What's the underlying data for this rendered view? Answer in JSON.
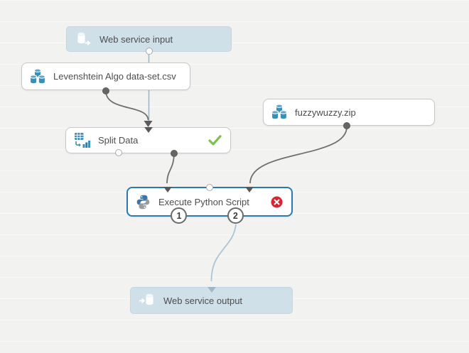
{
  "app": "Azure ML Studio experiment canvas",
  "modules": {
    "web_service_input": {
      "label": "Web service input",
      "icon": "cylinder-arrow-out-icon"
    },
    "dataset_csv": {
      "label": "Levenshtein Algo data-set.csv",
      "icon": "dataset-icon"
    },
    "split_data": {
      "label": "Split Data",
      "icon": "split-data-icon",
      "status": "success"
    },
    "fuzzywuzzy_zip": {
      "label": "fuzzywuzzy.zip",
      "icon": "dataset-icon"
    },
    "execute_python": {
      "label": "Execute Python Script",
      "icon": "python-icon",
      "status": "error",
      "output_port_1": "1",
      "output_port_2": "2",
      "selected": true
    },
    "web_service_output": {
      "label": "Web service output",
      "icon": "cylinder-arrow-in-icon"
    }
  },
  "connections": [
    {
      "from": "web_service_input",
      "to": "split_data",
      "color_role": "webservice"
    },
    {
      "from": "dataset_csv",
      "to": "split_data",
      "color_role": "data"
    },
    {
      "from": "split_data",
      "to": "execute_python",
      "to_port": "input1",
      "color_role": "data"
    },
    {
      "from": "fuzzywuzzy_zip",
      "to": "execute_python",
      "to_port": "input3",
      "color_role": "data"
    },
    {
      "from": "execute_python",
      "from_port": "2",
      "to": "web_service_output",
      "color_role": "webservice"
    }
  ],
  "colors": {
    "canvas_bg": "#f2f2f1",
    "webservice_bg": "#cfe0e9",
    "module_bg": "#ffffff",
    "module_border": "#c8c8c7",
    "selected_border": "#2a7ab0",
    "icon_blue": "#3a8fb7",
    "success_green": "#7cc24c",
    "error_red": "#dd2230",
    "connector_gray": "#6f6f6f",
    "connector_blue": "#8db7d2",
    "connector_light": "#a9c6d9",
    "text": "#4d4d4d"
  }
}
